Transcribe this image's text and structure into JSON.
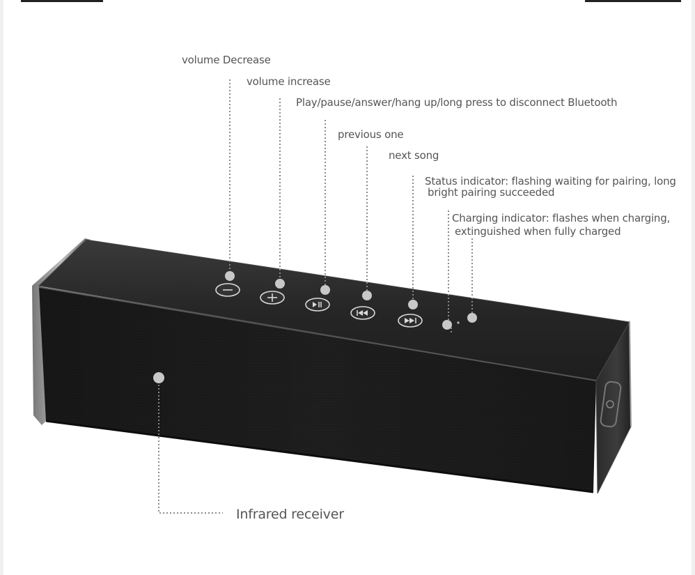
{
  "labels": {
    "volume_decrease": "volume Decrease",
    "volume_increase": "volume increase",
    "play_pause": "Play/pause/answer/hang up/long press to disconnect Bluetooth",
    "previous": "previous one",
    "next": "next song",
    "status_line1": "Status indicator: flashing waiting for pairing, long",
    "status_line2": "bright pairing succeeded",
    "charging_line1": "Charging indicator: flashes when charging,",
    "charging_line2": "extinguished when fully charged",
    "infrared": "Infrared receiver"
  },
  "icons": {
    "volume_down_button": "minus-icon",
    "volume_up_button": "plus-icon",
    "play_pause_button": "play-pause-icon",
    "previous_button": "previous-track-icon",
    "next_button": "next-track-icon"
  },
  "colors": {
    "label_text": "#555555",
    "leader_line": "#8a8a8a",
    "marker_dot": "#c8c8c8",
    "speaker_body": "#1c1c1c",
    "speaker_top": "#2a2a2a"
  }
}
